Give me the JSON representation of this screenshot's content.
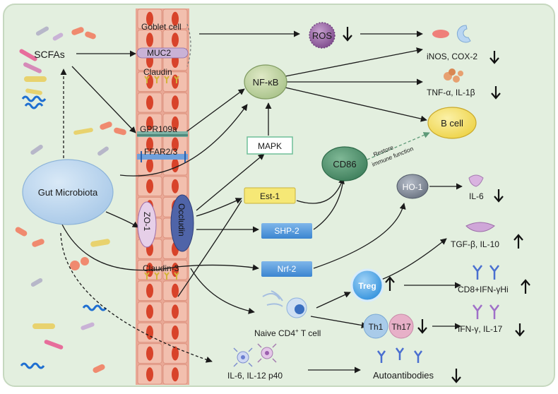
{
  "labels": {
    "scfas": "SCFAs",
    "gut_microbiota": "Gut Microbiota",
    "goblet_cell": "Goblet cell",
    "muc2": "MUC2",
    "claudin": "Claudin",
    "gpr109a": "GPR109a",
    "ffar": "FFAR2/3",
    "zo1": "ZO-1",
    "occludin": "Occludin",
    "claudin3": "Claudin-3",
    "ros": "ROS",
    "nfkb": "NF-κB",
    "mapk": "MAPK",
    "cd86": "CD86",
    "restore_line1": "Restore",
    "restore_line2": "immune function",
    "bcell": "B cell",
    "est1": "Est-1",
    "shp2": "SHP-2",
    "nrf2": "Nrf-2",
    "ho1": "HO-1",
    "treg": "Treg",
    "th1": "Th1",
    "th17": "Th17",
    "naive": "Naive CD4",
    "naive_sup": "+",
    "naive_tail": " T cell",
    "il6_il12": "IL-6, IL-12 p40",
    "inos_cox2": "iNOS, COX-2",
    "tnfa_il1b": "TNF-α, IL-1β",
    "il6": "IL-6",
    "tgfb_il10": "TGF-β, IL-10",
    "cd8_ifn": "CD8+IFN-γHi",
    "ifng_il17": "IFN-γ, IL-17",
    "autoantibodies": "Autoantibodies"
  },
  "colors": {
    "background": "#e3efdf",
    "frame": "#cfe0c8",
    "cell_fill": "#f2bfae",
    "nucleus": "#d8432a",
    "receptor_blue": "#4a8fd6",
    "box_blue": "#4d97de",
    "nfkb_fill": "#c6d8a8",
    "cd86_fill": "#5e9a78",
    "bcell_fill": "#f5e06a",
    "treg_fill": "#4aa3e8",
    "ros_fill": "#9a6aa8",
    "microbiota_fill": "#bcd7f0"
  }
}
